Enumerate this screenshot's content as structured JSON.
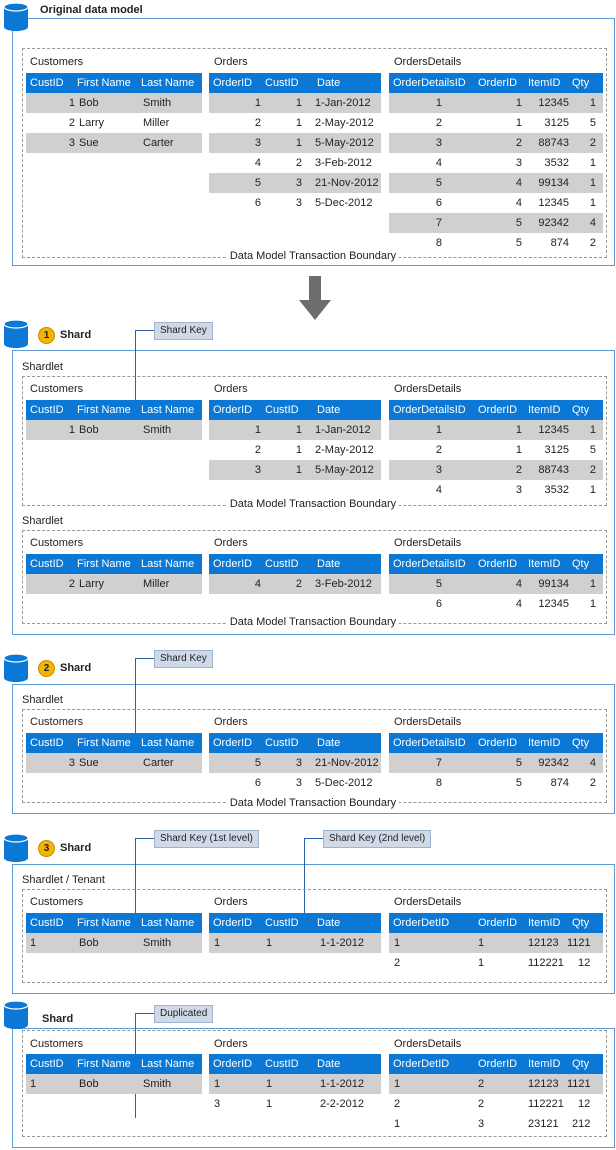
{
  "labels": {
    "original": "Original data model",
    "shard": "Shard",
    "shardlet": "Shardlet",
    "shardlet_tenant": "Shardlet / Tenant",
    "boundary": "Data Model Transaction Boundary",
    "customers": "Customers",
    "orders": "Orders",
    "orders_details": "OrdersDetails",
    "shard_key": "Shard Key",
    "shard_key_1st": "Shard Key (1st level)",
    "shard_key_2nd": "Shard Key (2nd level)",
    "duplicated": "Duplicated",
    "badge1": "1",
    "badge2": "2",
    "badge3": "3"
  },
  "headers": {
    "customers": [
      "CustID",
      "First Name",
      "Last Name"
    ],
    "orders": [
      "OrderID",
      "CustID",
      "Date"
    ],
    "details": [
      "OrderDetailsID",
      "OrderID",
      "ItemID",
      "Qty"
    ],
    "details_short": [
      "OrderDetID",
      "OrderID",
      "ItemID",
      "Qty"
    ]
  },
  "colors": {
    "accent": "#0a78d4",
    "border": "#5b9bd5",
    "badge": "#f4b400",
    "row_shade": "#d0d0d0",
    "key_bg": "#cfd9e8"
  },
  "orig": {
    "customers": [
      [
        "1",
        "Bob",
        "Smith"
      ],
      [
        "2",
        "Larry",
        "Miller"
      ],
      [
        "3",
        "Sue",
        "Carter"
      ]
    ],
    "orders": [
      [
        "1",
        "1",
        "1-Jan-2012"
      ],
      [
        "2",
        "1",
        "2-May-2012"
      ],
      [
        "3",
        "1",
        "5-May-2012"
      ],
      [
        "4",
        "2",
        "3-Feb-2012"
      ],
      [
        "5",
        "3",
        "21-Nov-2012"
      ],
      [
        "6",
        "3",
        "5-Dec-2012"
      ]
    ],
    "details": [
      [
        "1",
        "1",
        "12345",
        "1"
      ],
      [
        "2",
        "1",
        "3125",
        "5"
      ],
      [
        "3",
        "2",
        "88743",
        "2"
      ],
      [
        "4",
        "3",
        "3532",
        "1"
      ],
      [
        "5",
        "4",
        "99134",
        "1"
      ],
      [
        "6",
        "4",
        "12345",
        "1"
      ],
      [
        "7",
        "5",
        "92342",
        "4"
      ],
      [
        "8",
        "5",
        "874",
        "2"
      ]
    ]
  },
  "s1a": {
    "customers": [
      [
        "1",
        "Bob",
        "Smith"
      ]
    ],
    "orders": [
      [
        "1",
        "1",
        "1-Jan-2012"
      ],
      [
        "2",
        "1",
        "2-May-2012"
      ],
      [
        "3",
        "1",
        "5-May-2012"
      ]
    ],
    "details": [
      [
        "1",
        "1",
        "12345",
        "1"
      ],
      [
        "2",
        "1",
        "3125",
        "5"
      ],
      [
        "3",
        "2",
        "88743",
        "2"
      ],
      [
        "4",
        "3",
        "3532",
        "1"
      ]
    ]
  },
  "s1b": {
    "customers": [
      [
        "2",
        "Larry",
        "Miller"
      ]
    ],
    "orders": [
      [
        "4",
        "2",
        "3-Feb-2012"
      ]
    ],
    "details": [
      [
        "5",
        "4",
        "99134",
        "1"
      ],
      [
        "6",
        "4",
        "12345",
        "1"
      ]
    ]
  },
  "s2": {
    "customers": [
      [
        "3",
        "Sue",
        "Carter"
      ]
    ],
    "orders": [
      [
        "5",
        "3",
        "21-Nov-2012"
      ],
      [
        "6",
        "3",
        "5-Dec-2012"
      ]
    ],
    "details": [
      [
        "7",
        "5",
        "92342",
        "4"
      ],
      [
        "8",
        "5",
        "874",
        "2"
      ]
    ]
  },
  "s3": {
    "customers": [
      [
        "1",
        "Bob",
        "Smith"
      ]
    ],
    "orders": [
      [
        "1",
        "1",
        "1-1-2012"
      ]
    ],
    "details": [
      [
        "1",
        "1",
        "12123",
        "1121"
      ],
      [
        "2",
        "1",
        "112221",
        "12"
      ]
    ]
  },
  "s4": {
    "customers": [
      [
        "1",
        "Bob",
        "Smith"
      ]
    ],
    "orders": [
      [
        "1",
        "1",
        "1-1-2012"
      ],
      [
        "3",
        "1",
        "2-2-2012"
      ]
    ],
    "details": [
      [
        "1",
        "2",
        "12123",
        "1121"
      ],
      [
        "2",
        "2",
        "112221",
        "12"
      ],
      [
        "1",
        "3",
        "23121",
        "212"
      ]
    ]
  }
}
